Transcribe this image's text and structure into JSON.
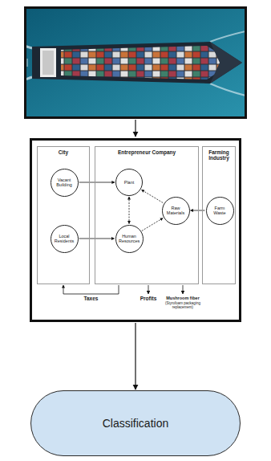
{
  "diagram": {
    "nodes": [
      {
        "text": []
      },
      {
        "text": [
          "City"
        ],
        "in": 0
      },
      {
        "text": [
          "Entrepreneur Company"
        ],
        "in": 0
      },
      {
        "text": [
          "Farming Industry"
        ],
        "in": 0
      },
      {
        "text": [
          "Vacant Building"
        ],
        "in": 1
      },
      {
        "text": [
          "Local Residents"
        ],
        "in": 1
      },
      {
        "text": [
          "Plant"
        ],
        "in": 2
      },
      {
        "text": [
          "Human Resources"
        ],
        "in": 2
      },
      {
        "text": [
          "Raw Materials"
        ],
        "in": 2
      },
      {
        "text": [
          "Farm Waste"
        ],
        "in": 3
      },
      {
        "text": [
          "Classification"
        ]
      }
    ],
    "edges": [
      {
        "from": 4,
        "to": 6,
        "arrow": "to"
      },
      {
        "from": 5,
        "to": 7,
        "arrow": "to"
      },
      {
        "from": 9,
        "to": 8,
        "arrow": "to"
      },
      {
        "from": 6,
        "to": 7,
        "arrow": "both"
      },
      {
        "from": 7,
        "to": 8,
        "arrow": "to"
      },
      {
        "from": 8,
        "to": 6,
        "arrow": "to"
      },
      {
        "from": 2,
        "to": 1,
        "label": "Taxes",
        "arrow": "to"
      },
      {
        "from": 0,
        "to": 10,
        "arrow": "to"
      }
    ],
    "labels": [
      "Profits",
      "Mushroom fiber",
      "(Styrofoam packaging replacement)"
    ]
  }
}
